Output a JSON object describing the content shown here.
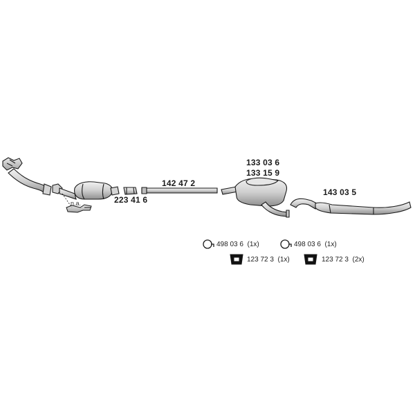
{
  "parts": {
    "connector": "223 41 6",
    "middle_pipe": "142 47 2",
    "middle_silencer_a": "133 03 6",
    "middle_silencer_b": "133 15 9",
    "rear_silencer": "143 03 5"
  },
  "note": "n.a.",
  "accessories": [
    {
      "part": "498 03 6",
      "qty": "(1x)",
      "icon": "ring-clamp-icon"
    },
    {
      "part": "498 03 6",
      "qty": "(1x)",
      "icon": "ring-clamp-icon"
    },
    {
      "part": "123 72 3",
      "qty": "(1x)",
      "icon": "rubber-hanger-icon"
    },
    {
      "part": "123 72 3",
      "qty": "(2x)",
      "icon": "rubber-hanger-icon"
    }
  ],
  "colors": {
    "line": "#1a1a1a",
    "metal": "#d9d9d9",
    "metal_dark": "#9a9a9a"
  }
}
